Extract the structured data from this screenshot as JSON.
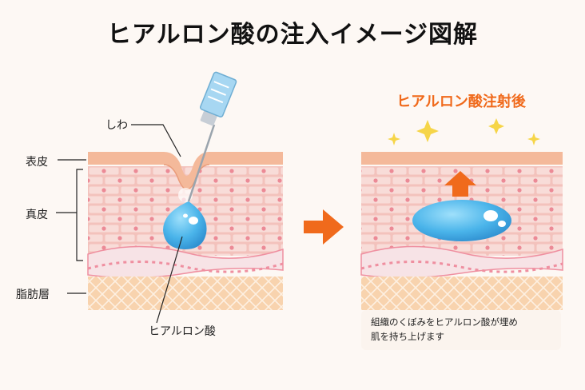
{
  "title": "ヒアルロン酸の注入イメージ図解",
  "labels": {
    "epidermis": "表皮",
    "dermis": "真皮",
    "fat": "脂肪層",
    "wrinkle": "しわ",
    "hyaluronic": "ヒアルロン酸"
  },
  "after": {
    "title": "ヒアルロン酸注射後",
    "caption_line1": "組織のくぼみをヒアルロン酸が埋め",
    "caption_line2": "肌を持ち上げます"
  },
  "colors": {
    "orange": "#f06a1c",
    "skin": "#f4b99a",
    "cell": "#f6d3cf",
    "fat": "#f8d3ae",
    "blue": "#4ab4ea"
  }
}
